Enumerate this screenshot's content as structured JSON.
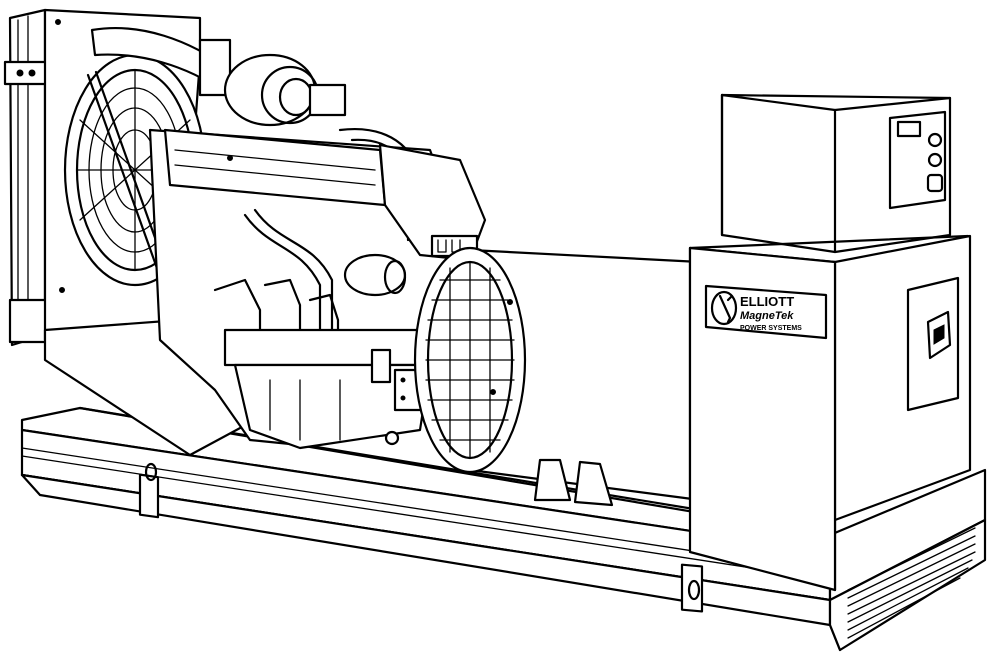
{
  "logo": {
    "brand": "ELLIOTT",
    "sub_brand": "MagneTek",
    "tagline": "POWER SYSTEMS"
  },
  "colors": {
    "ink": "#000000",
    "paper": "#ffffff"
  }
}
